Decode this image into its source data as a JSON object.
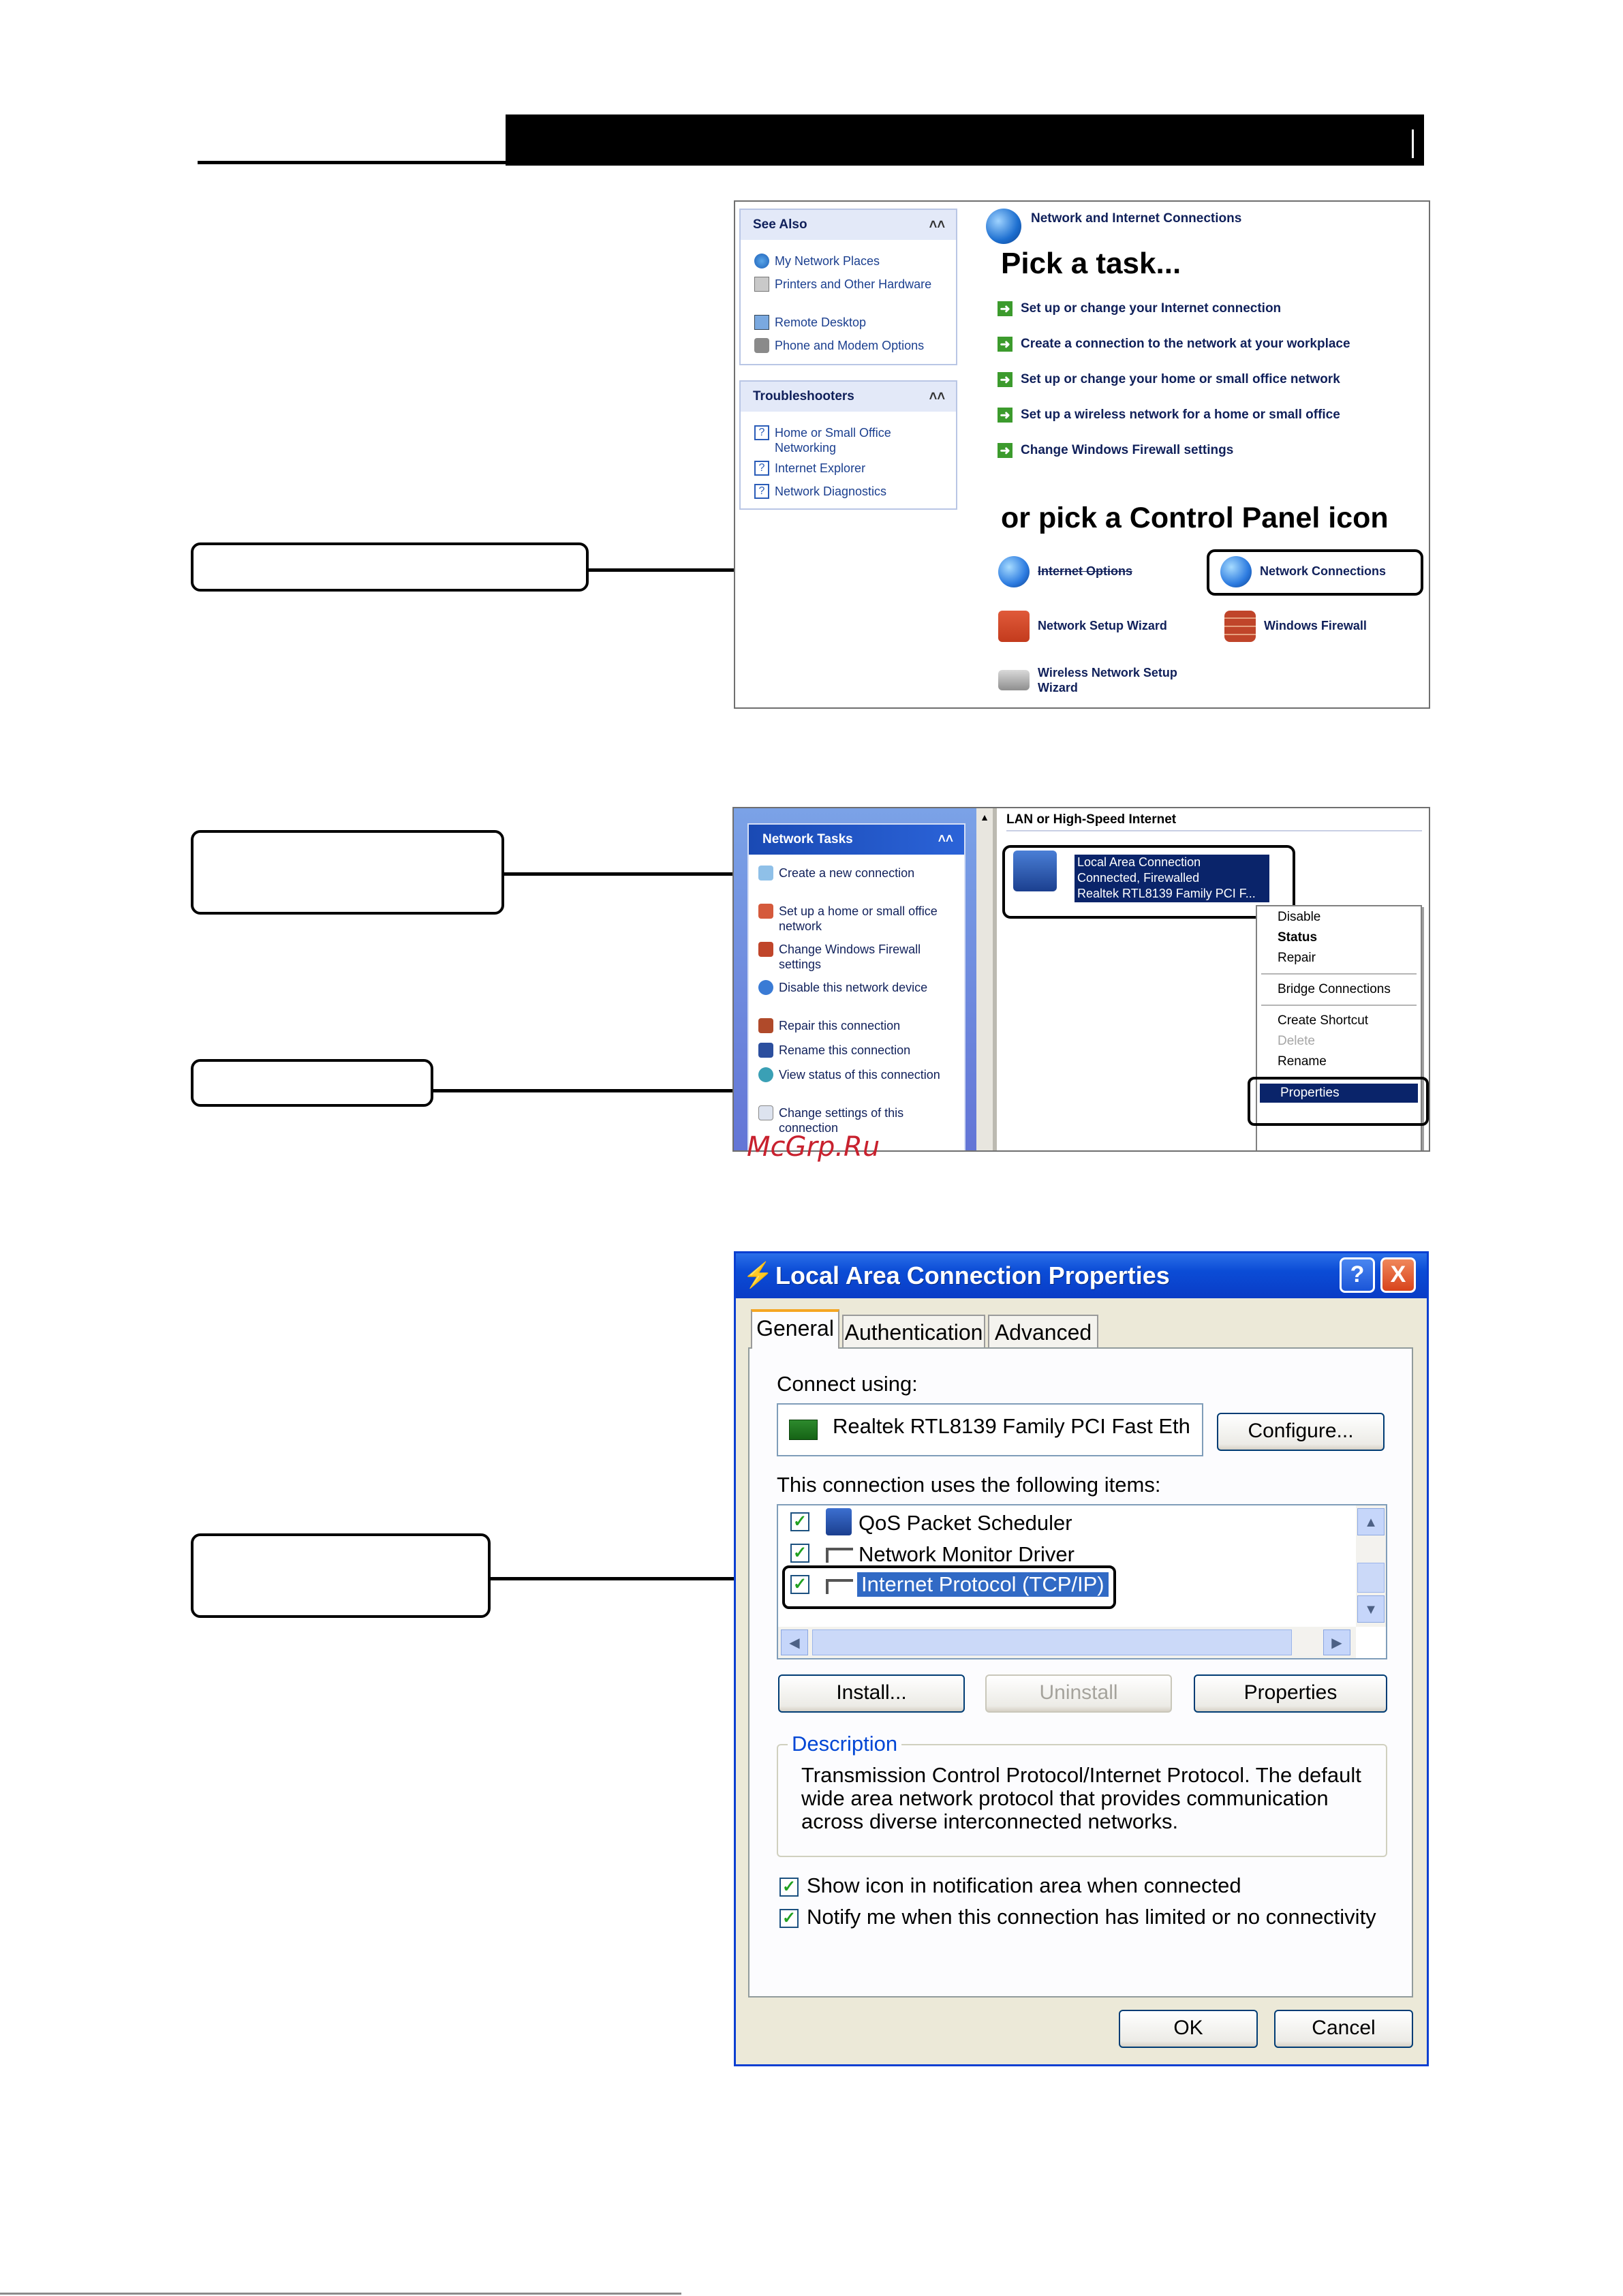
{
  "shot1": {
    "see_also": {
      "title": "See Also",
      "items": [
        "My Network Places",
        "Printers and Other Hardware",
        "Remote Desktop",
        "Phone and Modem Options"
      ]
    },
    "troubleshooters": {
      "title": "Troubleshooters",
      "items": [
        "Home or Small Office Networking",
        "Internet Explorer",
        "Network Diagnostics"
      ]
    },
    "category_title": "Network and Internet Connections",
    "pick_task": "Pick a task...",
    "tasks": [
      "Set up or change your Internet connection",
      "Create a connection to the network at your workplace",
      "Set up or change your home or small office network",
      "Set up a wireless network for a home or small office",
      "Change Windows Firewall settings"
    ],
    "pick_icon": "or pick a Control Panel icon",
    "icons": {
      "internet_options": "Internet Options",
      "network_connections": "Network Connections",
      "network_setup_wizard": "Network Setup Wizard",
      "windows_firewall": "Windows Firewall",
      "wireless_setup": "Wireless Network Setup Wizard"
    }
  },
  "shot2": {
    "network_tasks_title": "Network Tasks",
    "tasks": [
      "Create a new connection",
      "Set up a home or small office network",
      "Change Windows Firewall settings",
      "Disable this network device",
      "Repair this connection",
      "Rename this connection",
      "View status of this connection",
      "Change settings of this connection"
    ],
    "group_header": "LAN or High-Speed Internet",
    "connection": {
      "name": "Local Area Connection",
      "status": "Connected, Firewalled",
      "adapter": "Realtek RTL8139 Family PCI F..."
    },
    "context_menu": [
      "Disable",
      "Status",
      "Repair",
      "Bridge Connections",
      "Create Shortcut",
      "Delete",
      "Rename",
      "Properties"
    ],
    "watermark": "McGrp.Ru"
  },
  "dialog": {
    "title": "Local Area Connection Properties",
    "help_button": "?",
    "close_button": "X",
    "tabs": [
      "General",
      "Authentication",
      "Advanced"
    ],
    "connect_using_label": "Connect using:",
    "adapter": "Realtek RTL8139 Family PCI Fast Eth",
    "configure_button": "Configure...",
    "items_label": "This connection uses the following items:",
    "items": [
      "QoS Packet Scheduler",
      "Network Monitor Driver",
      "Internet Protocol (TCP/IP)"
    ],
    "install_button": "Install...",
    "uninstall_button": "Uninstall",
    "properties_button": "Properties",
    "description_legend": "Description",
    "description_text": [
      "Transmission Control Protocol/Internet Protocol. The default",
      "wide area network protocol that provides communication",
      "across diverse interconnected networks."
    ],
    "show_icon_label": "Show icon in notification area when connected",
    "notify_label": "Notify me when this connection has limited or no connectivity",
    "ok_button": "OK",
    "cancel_button": "Cancel"
  },
  "colors": {
    "xp_blue": "#0a3cc6",
    "selection": "#0a246a",
    "task_arrow": "#3c9b2d",
    "panel_header": "#e3e9f8"
  }
}
